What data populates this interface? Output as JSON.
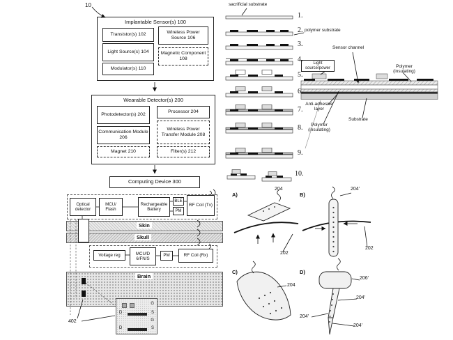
{
  "meta": {
    "figure_ref": "10"
  },
  "flowchart": {
    "implantable": {
      "title": "Implantable Sensor(s) 100",
      "transistors": "Transistor(s) 102",
      "wireless_power_source": "Wireless Power Source 106",
      "light_sources": "Light Source(s) 104",
      "magnetic_component": "Magnetic Component 108",
      "modulators": "Modulator(s) 110"
    },
    "wearable": {
      "title": "Wearable Detector(s) 200",
      "photodetectors": "Photodetector(s) 202",
      "processor": "Processor 204",
      "communication_module": "Communication Module 206",
      "wireless_power_transfer": "Wireless Power Transfer Module 208",
      "magnet": "Magnet 210",
      "filters": "Filter(s) 212"
    },
    "computing_device": "Computing Device 300"
  },
  "implant": {
    "optical_detector": "Optical detector",
    "mcu_flash": "MCU/ Flash",
    "battery": "Rechargeable Battery",
    "ble": "BLE",
    "pm_top": "PM",
    "rf_coil_tx": "RF Coil (Tx)",
    "skin": "Skin",
    "skull": "Skull",
    "voltage_reg": "Voltage reg",
    "mcu_implant": "MCU/D 6/FN/S",
    "pm_bottom": "PM",
    "rf_coil_rx": "RF Coil (Rx)",
    "brain": "Brain",
    "ref_402": "402",
    "chip": {
      "g_top": "G",
      "d1": "D",
      "s1": "S",
      "g_mid": "G",
      "d2": "D",
      "s2": "S"
    }
  },
  "fab": {
    "sacrificial": "sacrificial substrate",
    "polymer": "polymer substrate",
    "steps": [
      "1.",
      "2.",
      "3.",
      "4.",
      "5.",
      "6.",
      "7.",
      "8.",
      "9.",
      "10."
    ]
  },
  "xs": {
    "sensor_channel": "Sensor channel",
    "light_source_power": "Light source/power",
    "polymer_top": "Polymer (insulating)",
    "anti_adhesive": "Anti-adhesive layer",
    "polymer_bottom": "Polymer (insulating)",
    "substrate": "Substrate"
  },
  "panels": {
    "a": "A)",
    "b": "B)",
    "c": "C)",
    "d": "D)",
    "a_204": "204",
    "a_202": "202",
    "b_204": "204'",
    "b_202": "202",
    "c_204": "204",
    "d_206": "206'",
    "d_204_right": "204'",
    "d_204_left": "204'",
    "d_204_bottom": "204'"
  }
}
